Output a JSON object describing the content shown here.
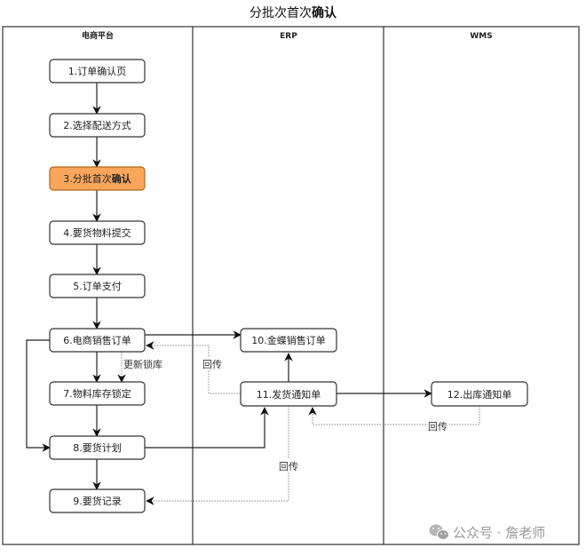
{
  "title": "分批次首次确认",
  "title_parts": {
    "normal": "分批次首次",
    "bold": "确认"
  },
  "lanes": [
    {
      "id": "ecom",
      "label": "电商平台"
    },
    {
      "id": "erp",
      "label": "ERP"
    },
    {
      "id": "wms",
      "label": "WMS"
    }
  ],
  "nodes": [
    {
      "id": "n1",
      "lane": "ecom",
      "label": "1.订单确认页"
    },
    {
      "id": "n2",
      "lane": "ecom",
      "label": "2.选择配送方式"
    },
    {
      "id": "n3",
      "lane": "ecom",
      "label_normal": "3.分批首次",
      "label_bold": "确认",
      "label": "3.分批首次确认",
      "highlight": true
    },
    {
      "id": "n4",
      "lane": "ecom",
      "label": "4.要货物料提交"
    },
    {
      "id": "n5",
      "lane": "ecom",
      "label": "5.订单支付"
    },
    {
      "id": "n6",
      "lane": "ecom",
      "label": "6.电商销售订单"
    },
    {
      "id": "n7",
      "lane": "ecom",
      "label": "7.物料库存锁定"
    },
    {
      "id": "n8",
      "lane": "ecom",
      "label": "8.要货计划"
    },
    {
      "id": "n9",
      "lane": "ecom",
      "label": "9.要货记录"
    },
    {
      "id": "n10",
      "lane": "erp",
      "label": "10.金蝶销售订单"
    },
    {
      "id": "n11",
      "lane": "erp",
      "label": "11.发货通知单"
    },
    {
      "id": "n12",
      "lane": "wms",
      "label": "12.出库通知单"
    }
  ],
  "edges": [
    {
      "from": "n1",
      "to": "n2",
      "style": "solid"
    },
    {
      "from": "n2",
      "to": "n3",
      "style": "solid"
    },
    {
      "from": "n3",
      "to": "n4",
      "style": "solid"
    },
    {
      "from": "n4",
      "to": "n5",
      "style": "solid"
    },
    {
      "from": "n5",
      "to": "n6",
      "style": "solid"
    },
    {
      "from": "n6",
      "to": "n7",
      "style": "solid"
    },
    {
      "from": "n6",
      "to": "n7",
      "style": "dashed",
      "label": "更新锁库"
    },
    {
      "from": "n6",
      "to": "n8",
      "style": "solid"
    },
    {
      "from": "n6",
      "to": "n10",
      "style": "solid"
    },
    {
      "from": "n7",
      "to": "n8",
      "style": "solid"
    },
    {
      "from": "n8",
      "to": "n9",
      "style": "solid"
    },
    {
      "from": "n8",
      "to": "n11",
      "style": "solid"
    },
    {
      "from": "n11",
      "to": "n10",
      "style": "solid"
    },
    {
      "from": "n11",
      "to": "n6",
      "style": "dashed",
      "label": "回传"
    },
    {
      "from": "n11",
      "to": "n9",
      "style": "dashed",
      "label": "回传"
    },
    {
      "from": "n11",
      "to": "n12",
      "style": "solid"
    },
    {
      "from": "n12",
      "to": "n11",
      "style": "dashed",
      "label": "回传"
    }
  ],
  "edge_labels": {
    "update_lock": "更新锁库",
    "return_to_6": "回传",
    "return_to_9": "回传",
    "return_from_12": "回传"
  },
  "watermark": {
    "icon": "wechat-icon",
    "text": "公众号 · 詹老师"
  }
}
